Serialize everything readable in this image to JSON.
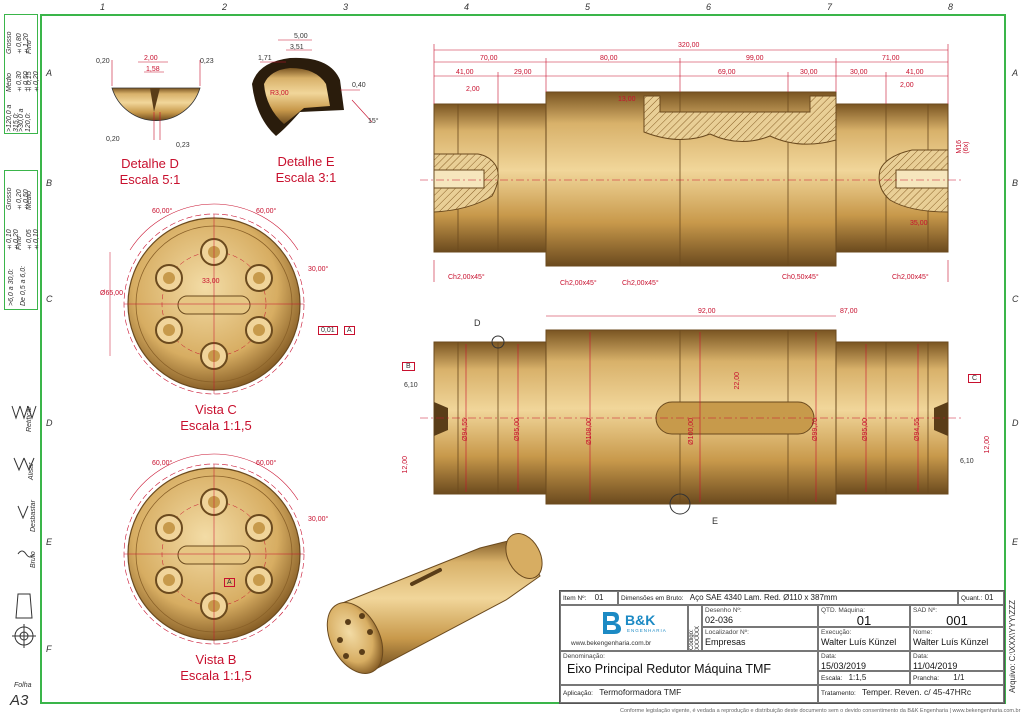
{
  "sheet": {
    "size": "A3",
    "folha_label": "Folha",
    "columns": [
      "1",
      "2",
      "3",
      "4",
      "5",
      "6",
      "7",
      "8"
    ],
    "rows": [
      "A",
      "B",
      "C",
      "D",
      "E",
      "F"
    ],
    "footer_note": "Conforme legislação vigente, é vedada a reprodução e distribuição deste documento sem o devido consentimento da B&K Engenharia | www.bekengenharia.com.br",
    "archive_code": "Arquivo: C:\\XXX\\YYY\\ZZZ"
  },
  "tolerances": {
    "table1": [
      "Fino ±0,15  ±0,30  ±0,80",
      ">30,0 a 120,0:",
      ">120,0 a 315,0:"
    ],
    "table1_rows": [
      "Fino",
      "Médio",
      "Grosso"
    ],
    "table1_vals": [
      "±0,15 ±0,20",
      "±0,30 ±0,50",
      "±0,80 ±1,20"
    ],
    "table2_rows": [
      "Fino",
      "Médio",
      "Grosso"
    ],
    "table2_vals": [
      "±0,05 ±0,10",
      "±0,10 ±0,20",
      "±0,20 ±0,50"
    ],
    "ranges1": [
      ">30,0 a 120,0:",
      ">120,0 a 315,0:"
    ],
    "ranges2": [
      "De 0,5 a 6,0:",
      ">6,0 a 30,0:"
    ]
  },
  "finishes": [
    "Retificar",
    "Alisar",
    "Desbastar",
    "Bruto"
  ],
  "views": {
    "detail_d": "Detalhe D\nEscala 5:1",
    "detail_d_line1": "Detalhe D",
    "detail_d_line2": "Escala 5:1",
    "detail_e_line1": "Detalhe E",
    "detail_e_line2": "Escala 3:1",
    "vista_c_line1": "Vista C",
    "vista_c_line2": "Escala 1:1,5",
    "vista_b_line1": "Vista B",
    "vista_b_line2": "Escala 1:1,5"
  },
  "dims": {
    "detail_d": [
      "2,00",
      "1,58",
      "0,20",
      "0,23",
      "0,20",
      "0,23"
    ],
    "detail_e": [
      "5,00",
      "3,51",
      "1,71",
      "R3,00",
      "0,40",
      "15°"
    ],
    "vista_c": [
      "60,00°",
      "60,00°",
      "30,00°",
      "33,00",
      "Ø65,00",
      "0,01",
      "A"
    ],
    "vista_b": [
      "60,00°",
      "60,00°",
      "30,00°",
      "A"
    ],
    "top_overall": "320,00",
    "top_row2": [
      "70,00",
      "80,00",
      "99,00",
      "71,00"
    ],
    "top_row3": [
      "41,00",
      "29,00",
      "69,00",
      "30,00",
      "30,00",
      "41,00"
    ],
    "top_small": [
      "2,00",
      "2,00",
      "13,00",
      "35,00",
      "M16 (6x)"
    ],
    "chamfers": [
      "Ch2,00x45°",
      "Ch2,00x45°",
      "Ch2,00x45°",
      "Ch0,50x45°",
      "Ch2,00x45°"
    ],
    "side_top": [
      "92,00",
      "87,00"
    ],
    "side_diams": [
      "Ø94,55",
      "Ø95,00",
      "Ø108,00",
      "Ø100,00",
      "Ø99,70",
      "Ø95,00",
      "Ø94,55"
    ],
    "side_misc": [
      "6,10",
      "6,10",
      "22,00",
      "12,00",
      "12,00",
      "B",
      "C",
      "D",
      "E"
    ]
  },
  "title_block": {
    "item_label": "Item Nº:",
    "item_value": "01",
    "raw_dims_label": "Dimensões em Bruto:",
    "raw_dims_value": "Aço SAE 4340 Lam. Red. Ø110 x 387mm",
    "quant_label": "Quant.:",
    "quant_value": "01",
    "company": "B&K",
    "company_sub": "ENGENHARIA",
    "website": "www.bekengenharia.com.br",
    "codigo_label": "Código:",
    "codigo_value": "XXXXXX",
    "desenho_label": "Desenho Nº:",
    "desenho_value": "02-036",
    "qtd_maquina_label": "QTD. Máquina:",
    "qtd_maquina_value": "01",
    "sad_label": "SAD Nº:",
    "sad_value": "001",
    "localizador_label": "Localizador Nº:",
    "localizador_value": "Empresas",
    "execucao_label": "Execução:",
    "execucao_value": "Walter Luís Künzel",
    "nome_label": "Nome:",
    "nome_value": "Walter Luís Künzel",
    "denominacao_label": "Denominação:",
    "denominacao_value": "Eixo Principal Redutor Máquina TMF",
    "data1_label": "Data:",
    "data1_value": "15/03/2019",
    "data2_label": "Data:",
    "data2_value": "11/04/2019",
    "escala_label": "Escala:",
    "escala_value": "1:1,5",
    "prancha_label": "Prancha:",
    "prancha_value": "1/1",
    "aplicacao_label": "Aplicação:",
    "aplicacao_value": "Termoformadora TMF",
    "tratamento_label": "Tratamento:",
    "tratamento_value": "Temper. Reven. c/ 45-47HRc"
  },
  "colors": {
    "border": "#3ab54a",
    "dim_red": "#c8102e",
    "bronze_light": "#e3c07a",
    "bronze_mid": "#c79a4b",
    "bronze_dark": "#6b4a1e",
    "hatch": "#d7b36a"
  }
}
